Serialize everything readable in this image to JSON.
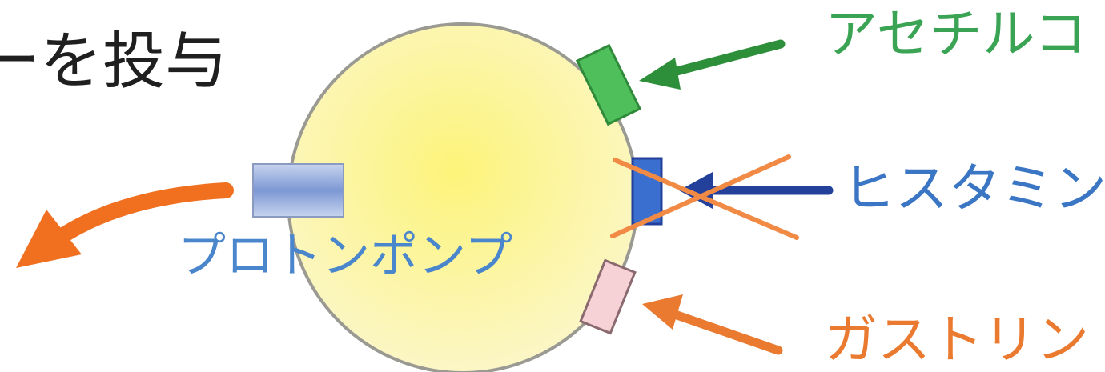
{
  "heading": "ーを投与",
  "labels": {
    "acetylcholine": "アセチルコ",
    "histamine": "ヒスタミン",
    "gastrin": "ガストリン",
    "proton_pump": "プロトンポンプ"
  },
  "colors": {
    "cell_fill": "#fbf6b4",
    "cell_center": "#fdf47a",
    "cell_outline": "#9a9a92",
    "acetylcholine": "#2e8f3a",
    "acetylcholine_receptor": "#4fbf5c",
    "histamine": "#23409a",
    "histamine_receptor": "#3a6fcf",
    "gastrin": "#ea7a30",
    "gastrin_receptor": "#f6d2d6",
    "block_cross": "#f08a45",
    "proton_pump": "#8ea8dc",
    "output_arrow": "#f07020"
  }
}
